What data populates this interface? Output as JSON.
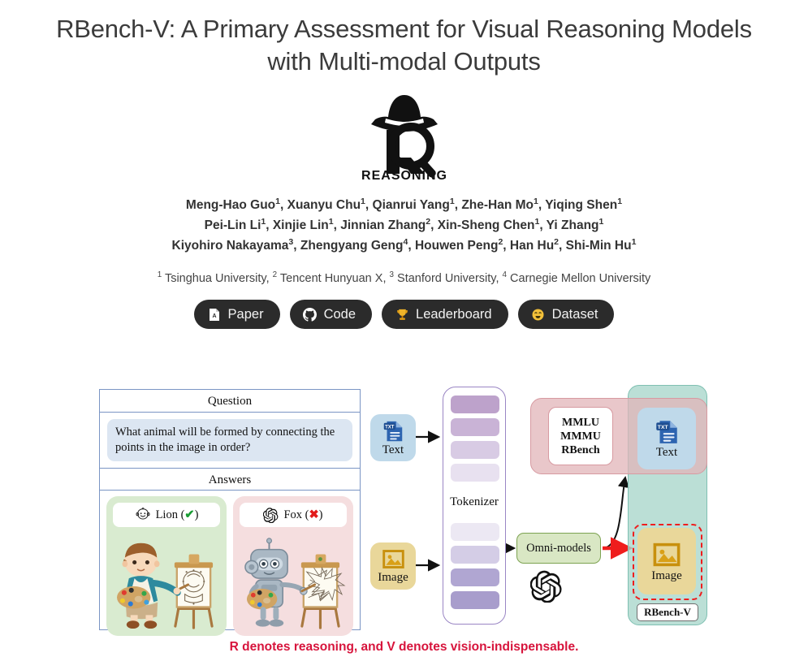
{
  "paper": {
    "title_line1": "RBench-V: A Primary Assessment for Visual Reasoning Models",
    "title_line2": "with Multi-modal Outputs",
    "logo_label": "REASONING",
    "authors": [
      {
        "line": "Meng-Hao Guo|1|, Xuanyu Chu|1|, Qianrui Yang|1|, Zhe-Han Mo|1|, Yiqing Shen|1|"
      },
      {
        "line": "Pei-Lin Li|1|, Xinjie Lin|1|, Jinnian Zhang|2|, Xin-Sheng Chen|1|, Yi Zhang|1|"
      },
      {
        "line": "Kiyohiro Nakayama|3|, Zhengyang Geng|4|, Houwen Peng|2|, Han Hu|2|, Shi-Min Hu|1|"
      }
    ],
    "affiliations": "1 Tsinghua University, 2 Tencent Hunyuan X, 3 Stanford University, 4 Carnegie Mellon University",
    "affiliation_items": [
      {
        "index": "1",
        "name": "Tsinghua University"
      },
      {
        "index": "2",
        "name": "Tencent Hunyuan X"
      },
      {
        "index": "3",
        "name": "Stanford University"
      },
      {
        "index": "4",
        "name": "Carnegie Mellon University"
      }
    ],
    "caption": "R denotes reasoning, and V denotes vision-indispensable."
  },
  "buttons": [
    {
      "label": "Paper",
      "icon": "pdf-icon"
    },
    {
      "label": "Code",
      "icon": "github-icon"
    },
    {
      "label": "Leaderboard",
      "icon": "trophy-icon"
    },
    {
      "label": "Dataset",
      "icon": "huggingface-icon"
    }
  ],
  "figure": {
    "qa": {
      "question_header": "Question",
      "question_text": "What animal will be formed by connecting the points in the image in order?",
      "answers_header": "Answers",
      "answers": [
        {
          "icon": "human-face-icon",
          "label": "Lion",
          "mark": "✔",
          "status": "correct"
        },
        {
          "icon": "openai-logo-icon",
          "label": "Fox",
          "mark": "✖",
          "status": "wrong"
        }
      ]
    },
    "pipeline": {
      "input_text": "Text",
      "input_text_badge": "TXT",
      "input_image": "Image",
      "tokenizer": "Tokenizer",
      "omni_models": "Omni-models",
      "benchmarks": [
        "MMLU",
        "MMMU",
        "RBench"
      ],
      "output_text": "Text",
      "output_text_badge": "TXT",
      "output_image": "Image",
      "highlight_label": "RBench-V",
      "token_colors": [
        "#bda2cb",
        "#c9b3d6",
        "#d8cbe4",
        "#e8e1f0",
        "#ece8f3",
        "#d4cde6",
        "#b0a6d2",
        "#a89dcc"
      ]
    }
  },
  "colors": {
    "button_bg": "#2b2b2b",
    "caption_red": "#d7143c",
    "correct_green": "#1a9c34",
    "wrong_red": "#e21b1b",
    "text_node": "#bfd9ea",
    "image_node": "#e9d79a",
    "pink_region": "#e2b4b8",
    "green_region": "#a8d6cb",
    "omni_green": "#d9e7c4"
  }
}
